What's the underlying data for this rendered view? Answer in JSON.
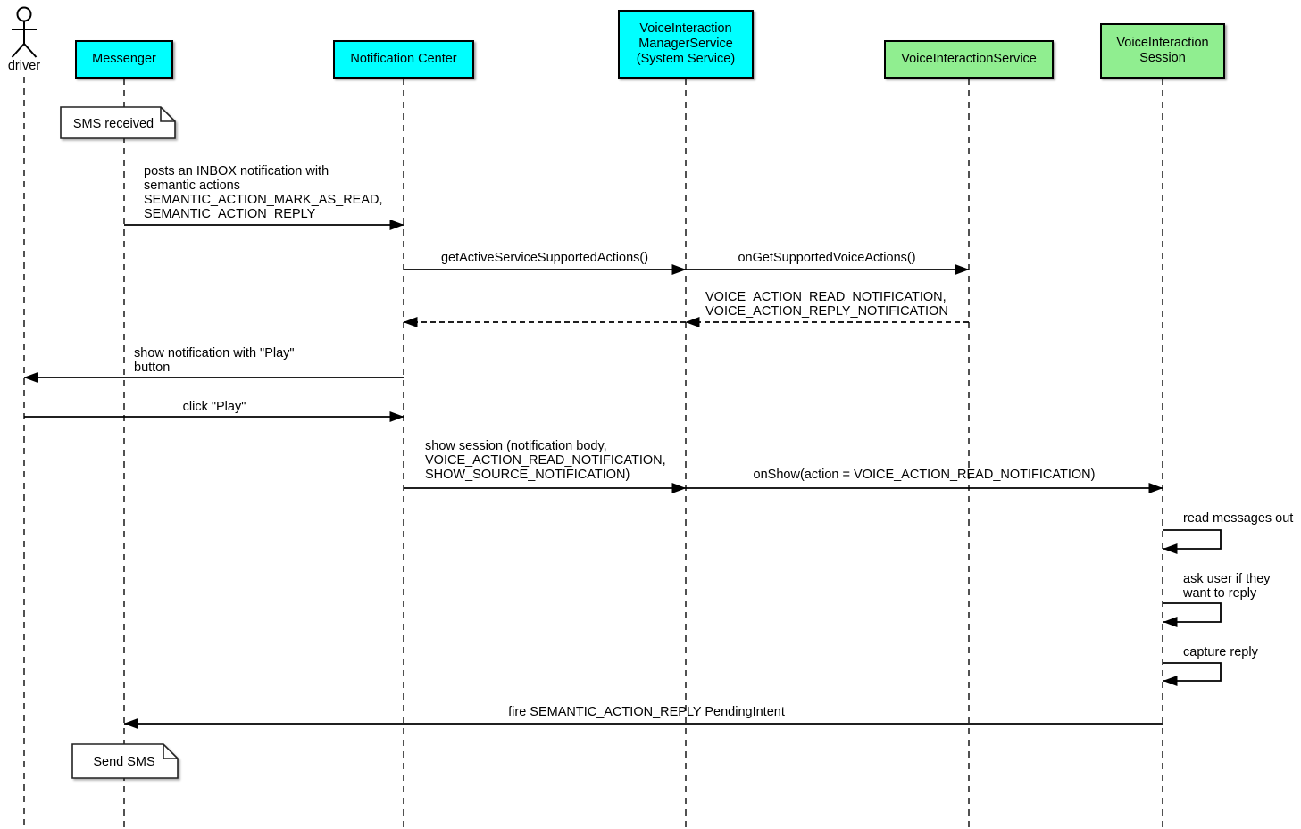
{
  "colors": {
    "participant_cyan": "#00FFFF",
    "participant_green": "#90EE90",
    "background": "#FFFFFF",
    "line": "#000000"
  },
  "actor": {
    "label": "driver"
  },
  "participants": [
    {
      "id": "messenger",
      "label": "Messenger",
      "color": "#00FFFF"
    },
    {
      "id": "notification-center",
      "label": "Notification Center",
      "color": "#00FFFF"
    },
    {
      "id": "voice-interaction-manager-service",
      "label": "VoiceInteraction\nManagerService\n(System Service)",
      "color": "#00FFFF"
    },
    {
      "id": "voice-interaction-service",
      "label": "VoiceInteractionService",
      "color": "#90EE90"
    },
    {
      "id": "voice-interaction-session",
      "label": "VoiceInteraction\nSession",
      "color": "#90EE90"
    }
  ],
  "notes": [
    {
      "text": "SMS received",
      "attached_to": "Messenger"
    },
    {
      "text": "Send SMS",
      "attached_to": "Messenger"
    }
  ],
  "messages": [
    {
      "from": "Messenger",
      "to": "Notification Center",
      "style": "solid",
      "text": "posts an INBOX notification with\nsemantic actions\nSEMANTIC_ACTION_MARK_AS_READ,\nSEMANTIC_ACTION_REPLY"
    },
    {
      "from": "Notification Center",
      "to": "VoiceInteraction ManagerService",
      "style": "solid",
      "text": "getActiveServiceSupportedActions()"
    },
    {
      "from": "VoiceInteraction ManagerService",
      "to": "VoiceInteractionService",
      "style": "solid",
      "text": "onGetSupportedVoiceActions()"
    },
    {
      "from": "VoiceInteractionService",
      "to": "Notification Center",
      "style": "dashed-return",
      "text": "VOICE_ACTION_READ_NOTIFICATION,\nVOICE_ACTION_REPLY_NOTIFICATION"
    },
    {
      "from": "Notification Center",
      "to": "driver",
      "style": "solid",
      "text": "show notification with \"Play\"\nbutton"
    },
    {
      "from": "driver",
      "to": "Notification Center",
      "style": "solid",
      "text": "click \"Play\""
    },
    {
      "from": "Notification Center",
      "to": "VoiceInteraction ManagerService",
      "style": "solid",
      "text": "show session (notification body,\nVOICE_ACTION_READ_NOTIFICATION,\nSHOW_SOURCE_NOTIFICATION)"
    },
    {
      "from": "VoiceInteraction ManagerService",
      "to": "VoiceInteraction Session",
      "style": "solid",
      "text": "onShow(action = VOICE_ACTION_READ_NOTIFICATION)"
    },
    {
      "from": "VoiceInteraction Session",
      "to": "VoiceInteraction Session",
      "style": "self",
      "text": "read messages out"
    },
    {
      "from": "VoiceInteraction Session",
      "to": "VoiceInteraction Session",
      "style": "self",
      "text": "ask user if they\nwant to reply"
    },
    {
      "from": "VoiceInteraction Session",
      "to": "VoiceInteraction Session",
      "style": "self",
      "text": "capture reply"
    },
    {
      "from": "VoiceInteraction Session",
      "to": "Messenger",
      "style": "solid",
      "text": "fire SEMANTIC_ACTION_REPLY PendingIntent"
    }
  ]
}
